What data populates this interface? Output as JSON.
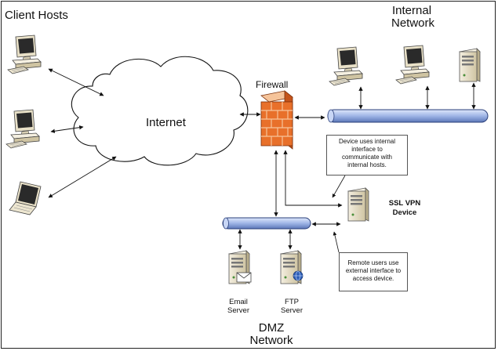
{
  "labels": {
    "client_hosts": "Client Hosts",
    "internal_network_line1": "Internal",
    "internal_network_line2": "Network",
    "internet": "Internet",
    "firewall": "Firewall",
    "ssl_vpn_line1": "SSL VPN",
    "ssl_vpn_line2": "Device",
    "email_server_line1": "Email",
    "email_server_line2": "Server",
    "ftp_server_line1": "FTP",
    "ftp_server_line2": "Server",
    "dmz_line1": "DMZ",
    "dmz_line2": "Network"
  },
  "notes": {
    "internal_interface": [
      "Device uses internal",
      "interface to",
      "communicate with",
      "internal hosts."
    ],
    "external_interface": [
      "Remote users use",
      "external interface to",
      "access device."
    ]
  },
  "colors": {
    "bus_fill": "#9fb5e6",
    "bus_stroke": "#2a3f7a",
    "firewall_brick": "#e8702a",
    "firewall_mortar": "#f6c49a",
    "device_beige": "#e9e1c8",
    "monitor_screen": "#2a2a2a"
  },
  "icons": [
    "desktop-computer-icon",
    "laptop-icon",
    "server-tower-icon",
    "firewall-brick-icon",
    "cloud-icon"
  ]
}
